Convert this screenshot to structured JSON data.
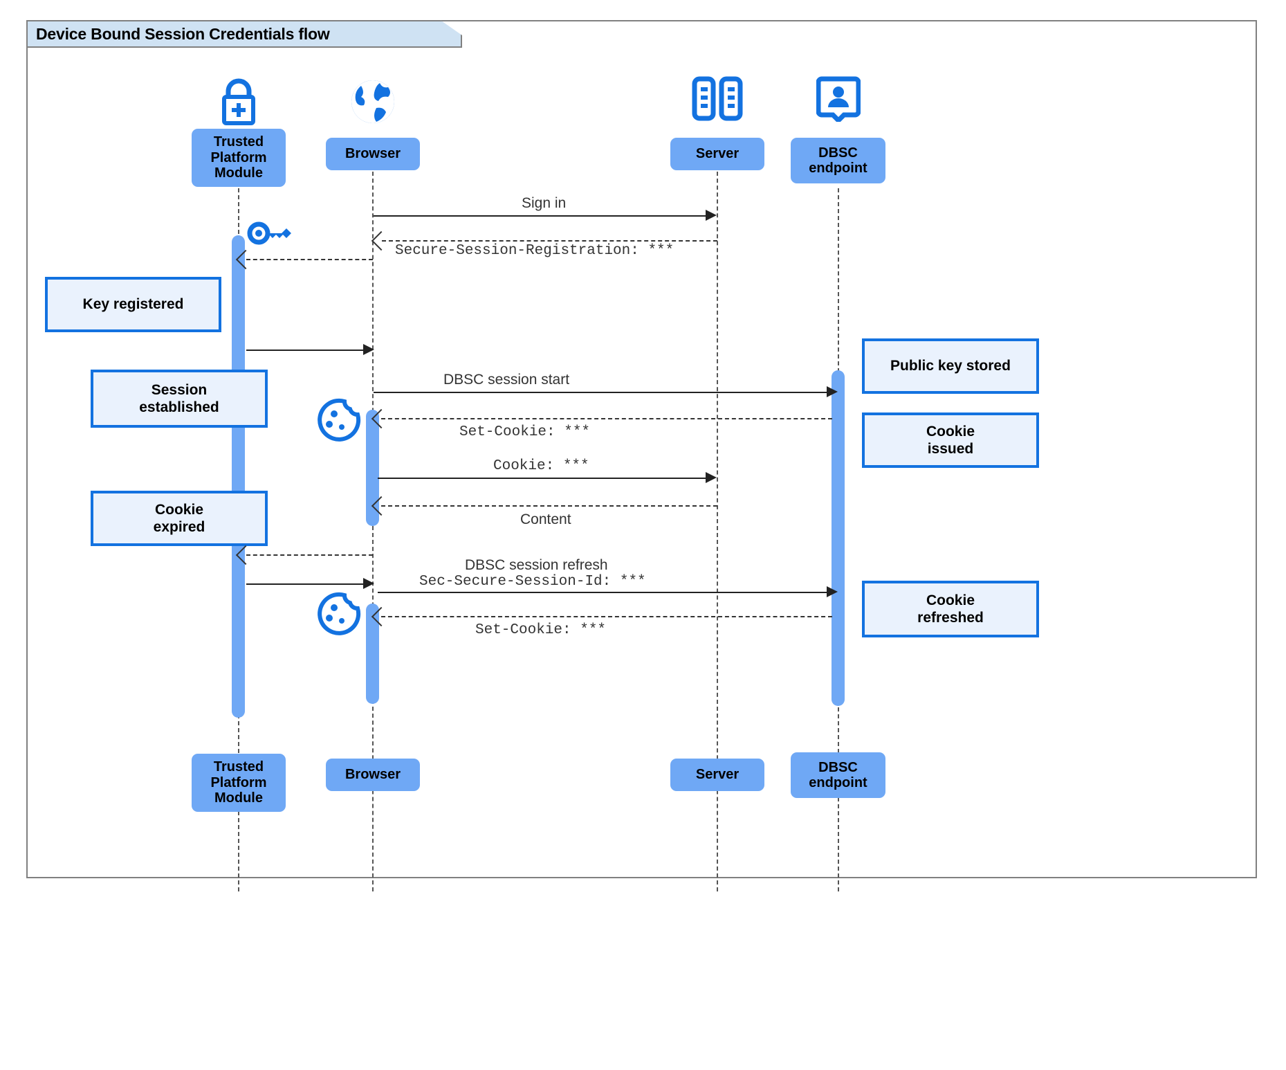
{
  "diagram": {
    "title": "Device Bound Session Credentials flow",
    "type": "uml-sequence-diagram",
    "colors": {
      "participant_fill": "#6FA8F5",
      "note_fill": "#eaf2fd",
      "note_border": "#1372e0",
      "icon_blue": "#1372e0",
      "frame_border": "#808080",
      "title_tab_fill": "#cfe2f3",
      "activation_fill": "#6FA8F5"
    }
  },
  "participants": [
    {
      "id": "tpm",
      "label": "Trusted\nPlatform\nModule",
      "icon": "lock-plus-icon"
    },
    {
      "id": "browser",
      "label": "Browser",
      "icon": "globe-icon"
    },
    {
      "id": "server",
      "label": "Server",
      "icon": "server-rack-icon"
    },
    {
      "id": "dbsc",
      "label": "DBSC\nendpoint",
      "icon": "id-badge-icon"
    }
  ],
  "participants_footer": [
    {
      "id": "tpm",
      "label": "Trusted\nPlatform\nModule"
    },
    {
      "id": "browser",
      "label": "Browser"
    },
    {
      "id": "server",
      "label": "Server"
    },
    {
      "id": "dbsc",
      "label": "DBSC\nendpoint"
    }
  ],
  "messages": [
    {
      "id": "m1",
      "text": "Sign in",
      "style": "sans",
      "kind": "solid",
      "from": "browser",
      "to": "server"
    },
    {
      "id": "m2",
      "text": "Secure-Session-Registration: ***",
      "style": "mono",
      "kind": "dashed",
      "from": "server",
      "to": "browser"
    },
    {
      "id": "m3",
      "text": "",
      "style": "sans",
      "kind": "dashed",
      "from": "browser",
      "to": "tpm"
    },
    {
      "id": "m4",
      "text": "",
      "style": "sans",
      "kind": "solid",
      "from": "tpm",
      "to": "browser"
    },
    {
      "id": "m5",
      "text": "DBSC session start",
      "style": "sans",
      "kind": "solid",
      "from": "browser",
      "to": "dbsc"
    },
    {
      "id": "m6",
      "text": "Set-Cookie: ***",
      "style": "mono",
      "kind": "dashed",
      "from": "dbsc",
      "to": "browser"
    },
    {
      "id": "m7",
      "text": "Cookie: ***",
      "style": "mono",
      "kind": "solid",
      "from": "browser",
      "to": "server"
    },
    {
      "id": "m8",
      "text": "Content",
      "style": "sans",
      "kind": "dashed",
      "from": "server",
      "to": "browser"
    },
    {
      "id": "m9",
      "text": "DBSC session refresh",
      "style": "sans",
      "kind": "dashed",
      "from": "browser",
      "to": "tpm"
    },
    {
      "id": "m10",
      "text": "Sec-Secure-Session-Id: ***",
      "style": "mono",
      "kind": "solid",
      "from": "tpm",
      "to": "dbsc"
    },
    {
      "id": "m11",
      "text": "Set-Cookie: ***",
      "style": "mono",
      "kind": "dashed",
      "from": "dbsc",
      "to": "browser"
    }
  ],
  "notes": [
    {
      "id": "n1",
      "text": "Key registered",
      "side": "left"
    },
    {
      "id": "n2",
      "text": "Session\nestablished",
      "side": "left"
    },
    {
      "id": "n3",
      "text": "Cookie\nexpired",
      "side": "left"
    },
    {
      "id": "n4",
      "text": "Public key stored",
      "side": "right"
    },
    {
      "id": "n5",
      "text": "Cookie\nissued",
      "side": "right"
    },
    {
      "id": "n6",
      "text": "Cookie\nrefreshed",
      "side": "right"
    }
  ],
  "inline_icons": [
    {
      "id": "key1",
      "name": "key-icon",
      "near": "tpm"
    },
    {
      "id": "cookie1",
      "name": "cookie-icon",
      "near": "browser"
    },
    {
      "id": "cookie2",
      "name": "cookie-icon",
      "near": "browser"
    }
  ]
}
